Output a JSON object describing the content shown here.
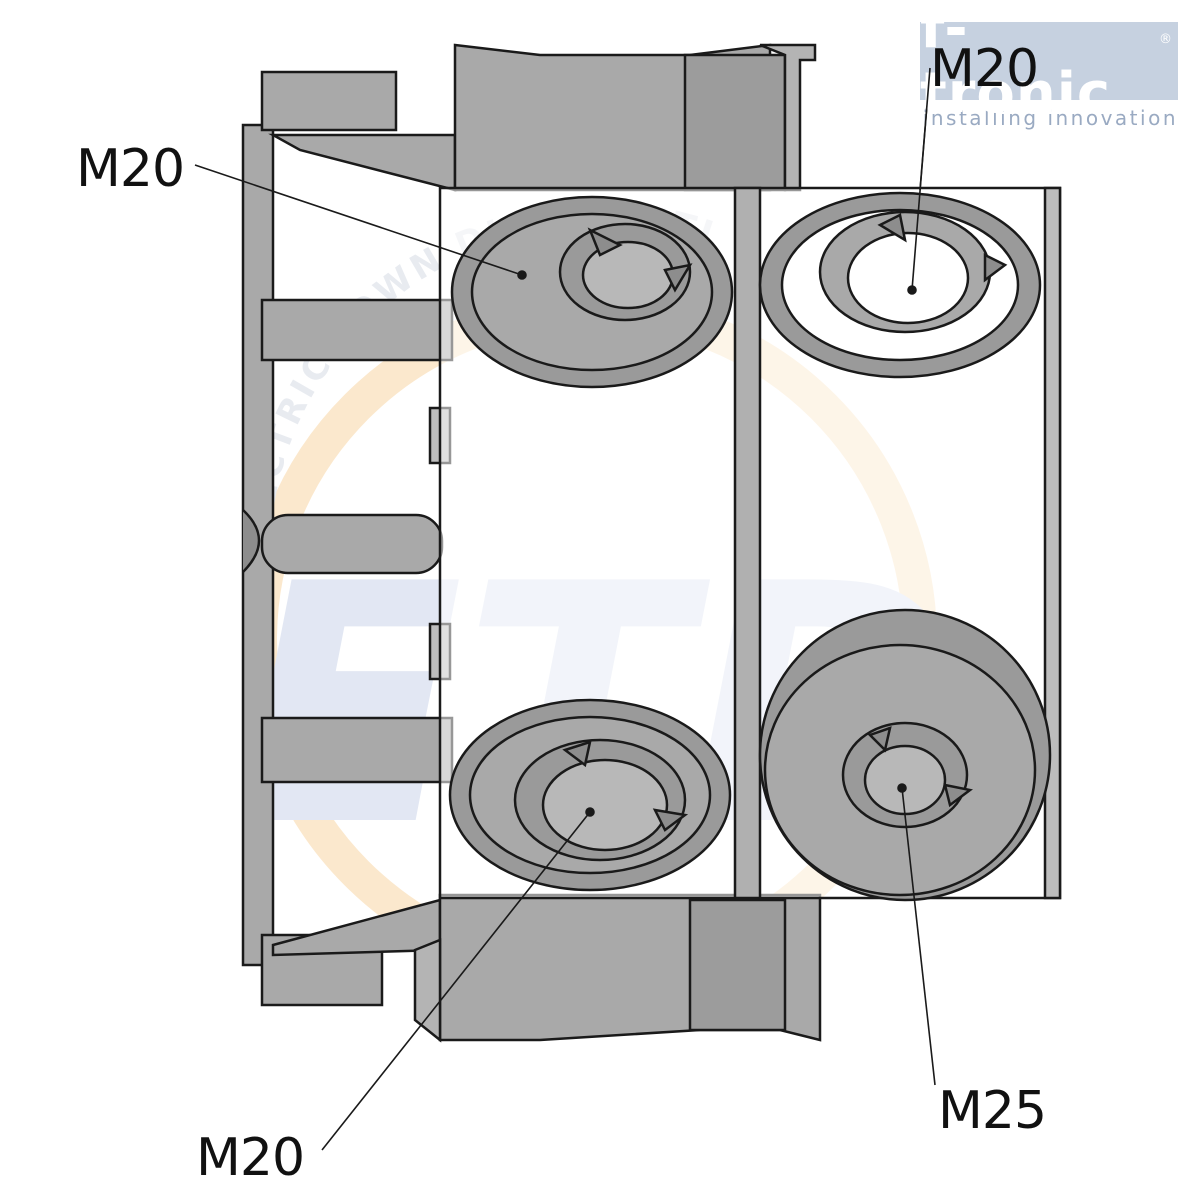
{
  "brand": {
    "name": "f-tronic",
    "registered_mark": "®",
    "tagline": "installing innovation"
  },
  "watermark": {
    "letters": "ETD",
    "arc_text": "ELECTRIC TOWN DISTRIBUTION"
  },
  "callouts": [
    {
      "id": "top-left",
      "label": "M20"
    },
    {
      "id": "top-right",
      "label": "M20"
    },
    {
      "id": "bottom-left",
      "label": "M20"
    },
    {
      "id": "bottom-right",
      "label": "M25"
    }
  ],
  "colors": {
    "part_fill": "#a9a9a9",
    "part_dark": "#8d8d8d",
    "face_fill": "#ffffff",
    "outline": "#1a1a1a",
    "watermark_blue": "#dfe5f2",
    "watermark_orange": "#fbe6c8",
    "brand_plate": "#c6d1e0",
    "brand_text": "#9aaac2"
  }
}
